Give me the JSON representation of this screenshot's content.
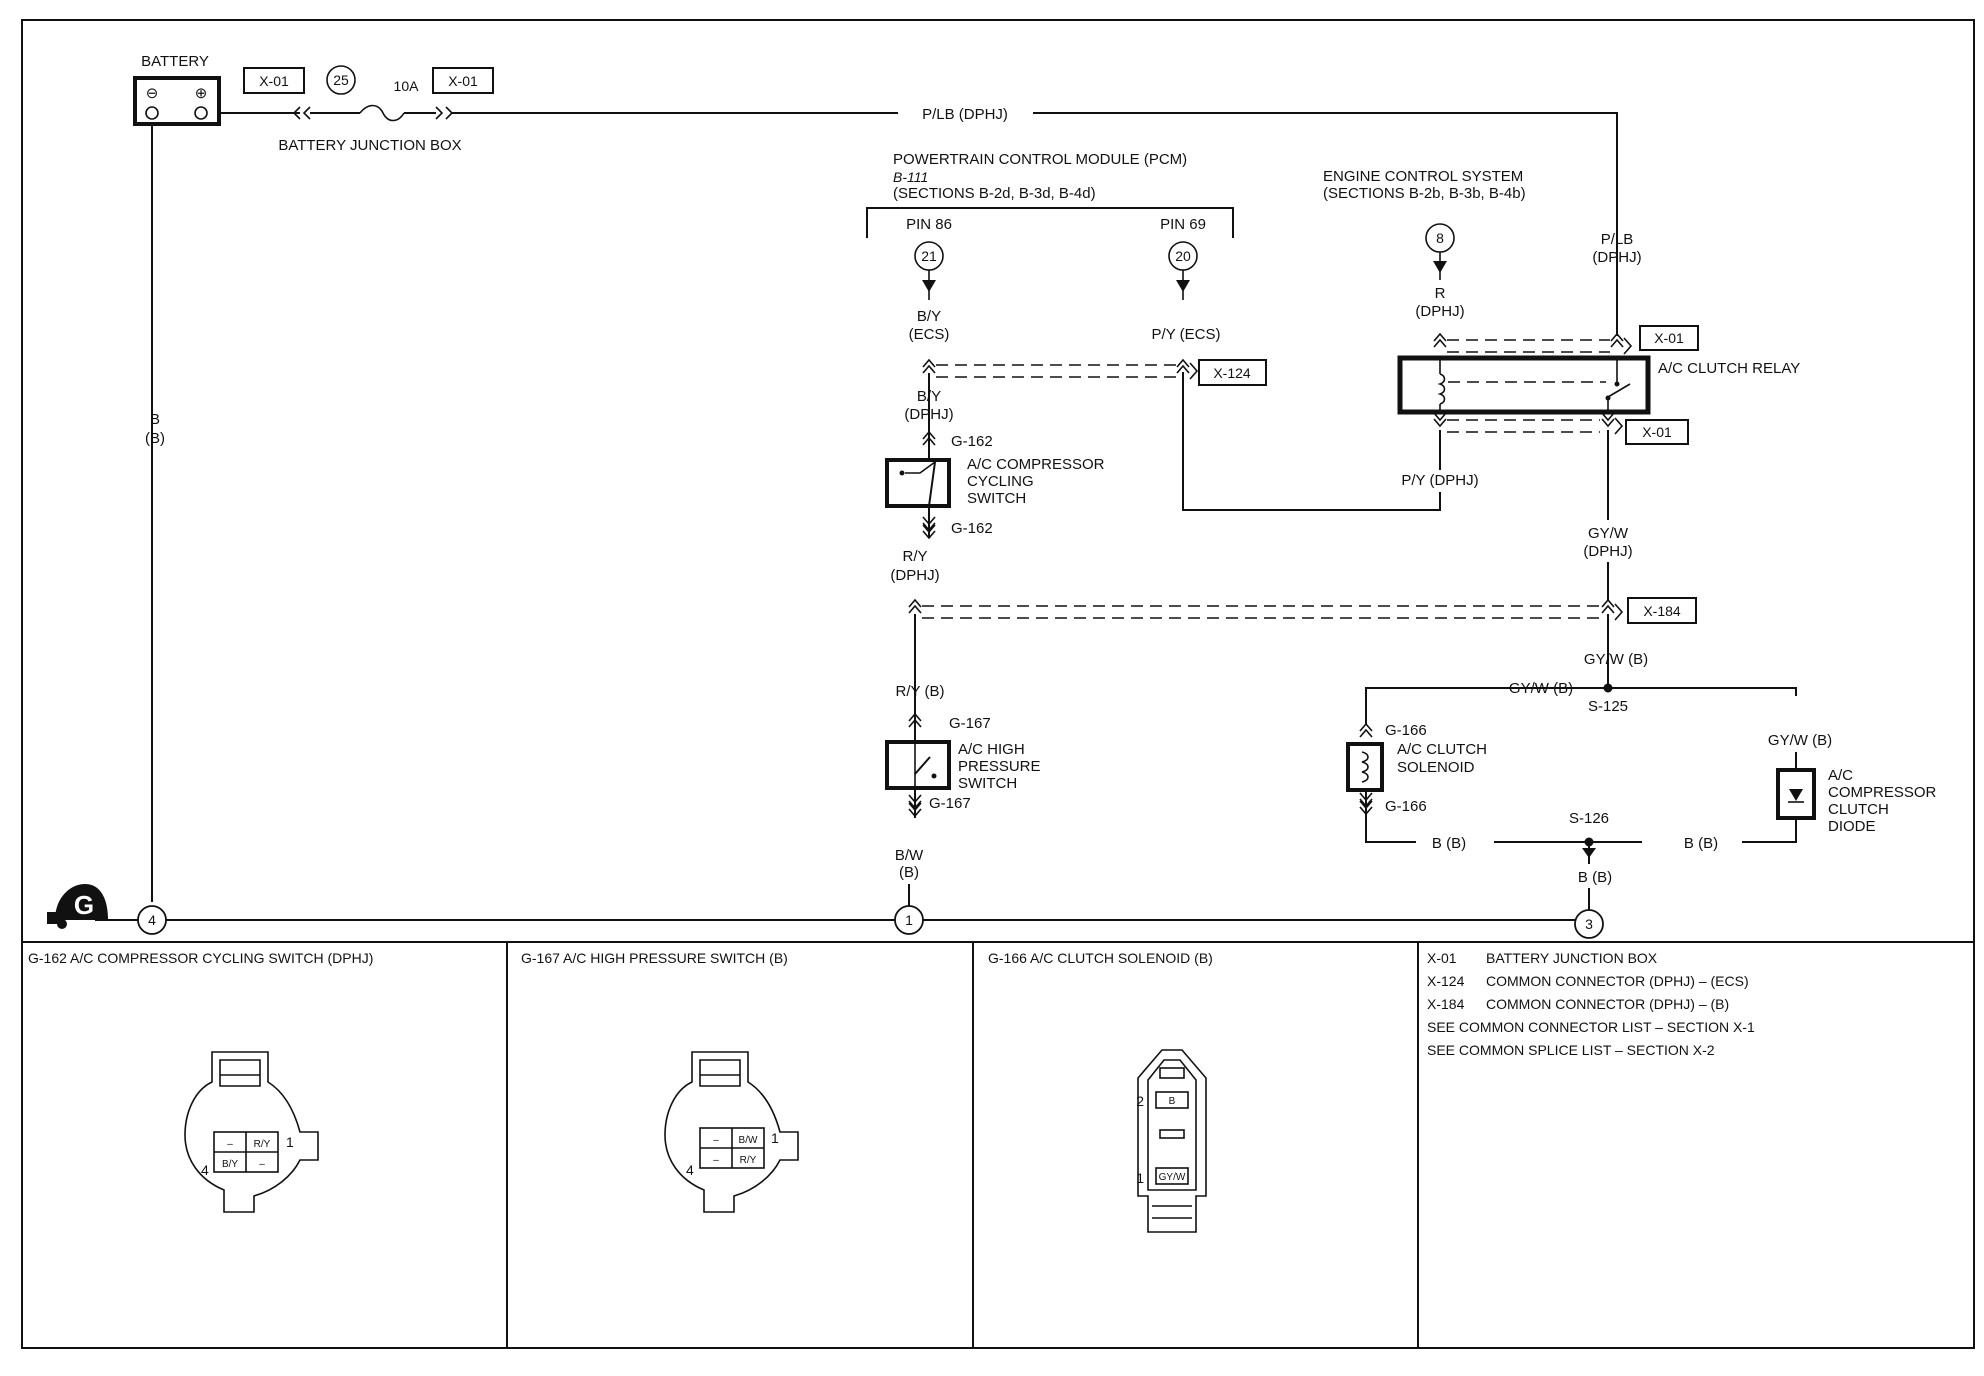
{
  "battery": {
    "label": "BATTERY",
    "neg": "⊖",
    "pos": "⊕"
  },
  "battery_fuse": {
    "connector_left": "X-01",
    "fuse_number": "25",
    "rating": "10A",
    "connector_right": "X-01",
    "box_name": "BATTERY JUNCTION BOX"
  },
  "wire_plb_top": "P/LB (DPHJ)",
  "wire_battery_ground": {
    "color": "B",
    "harness": "(B)"
  },
  "pcm": {
    "title": "POWERTRAIN CONTROL MODULE (PCM)",
    "ref": "B-111",
    "sections": "(SECTIONS B-2d, B-3d, B-4d)",
    "pin_a_label": "PIN 86",
    "pin_a_num": "21",
    "pin_b_label": "PIN 69",
    "pin_b_num": "20"
  },
  "ecs": {
    "title": "ENGINE CONTROL SYSTEM",
    "sections": "(SECTIONS B-2b, B-3b, B-4b)",
    "pin_num": "8"
  },
  "wires": {
    "by_ecs": [
      "B/Y",
      "(ECS)"
    ],
    "py_ecs": "P/Y (ECS)",
    "by_dphj": [
      "B/Y",
      "(DPHJ)"
    ],
    "ry_dphj": [
      "R/Y",
      "(DPHJ)"
    ],
    "ry_b": "R/Y (B)",
    "bw_b": [
      "B/W",
      "(B)"
    ],
    "r_dphj": [
      "R",
      "(DPHJ)"
    ],
    "py_dphj": "P/Y (DPHJ)",
    "plb_dphj": [
      "P/LB",
      "(DPHJ)"
    ],
    "gyw_dphj": [
      "GY/W",
      "(DPHJ)"
    ],
    "gyw_b_vertical": "GY/W (B)",
    "gyw_b_left": "GY/W (B)",
    "gyw_b_right": "GY/W (B)",
    "b_b_left": "B (B)",
    "b_b_right": "B (B)",
    "b_b_down": "B (B)"
  },
  "connectors": {
    "x124": "X-124",
    "x01_top": "X-01",
    "x01_bottom": "X-01",
    "x184": "X-184"
  },
  "relay": {
    "label": "A/C CLUTCH RELAY"
  },
  "cycling_switch": {
    "connector": "G-162",
    "label": [
      "A/C COMPRESSOR",
      "CYCLING",
      "SWITCH"
    ]
  },
  "high_pressure_switch": {
    "connector": "G-167",
    "label": [
      "A/C HIGH",
      "PRESSURE",
      "SWITCH"
    ]
  },
  "clutch_solenoid": {
    "connector": "G-166",
    "label": [
      "A/C CLUTCH",
      "SOLENOID"
    ]
  },
  "clutch_diode": {
    "label": [
      "A/C",
      "COMPRESSOR",
      "CLUTCH",
      "DIODE"
    ]
  },
  "splices": {
    "s125": "S-125",
    "s126": "S-126"
  },
  "grounds": {
    "symbol": "G",
    "g4": "4",
    "g1": "1",
    "g3": "3"
  },
  "panels": [
    {
      "title": "G-162  A/C COMPRESSOR CYCLING SWITCH (DPHJ)",
      "cells": [
        "–",
        "R/Y",
        "B/Y",
        "–"
      ],
      "pin_right": "1",
      "pin_left": "4"
    },
    {
      "title": "G-167  A/C HIGH PRESSURE SWITCH (B)",
      "cells": [
        "–",
        "B/W",
        "–",
        "R/Y"
      ],
      "pin_right": "1",
      "pin_left": "4"
    },
    {
      "title": "G-166  A/C CLUTCH SOLENOID (B)",
      "pin_top": "2",
      "pin_bottom": "1",
      "cell_top": "B",
      "cell_bottom": "GY/W"
    }
  ],
  "legend": [
    {
      "code": "X-01",
      "desc": "BATTERY JUNCTION BOX"
    },
    {
      "code": "X-124",
      "desc": "COMMON CONNECTOR (DPHJ) – (ECS)"
    },
    {
      "code": "X-184",
      "desc": "COMMON CONNECTOR (DPHJ) – (B)"
    },
    {
      "code": "",
      "desc": "SEE COMMON CONNECTOR LIST – SECTION X-1"
    },
    {
      "code": "",
      "desc": "SEE COMMON SPLICE LIST – SECTION X-2"
    }
  ]
}
